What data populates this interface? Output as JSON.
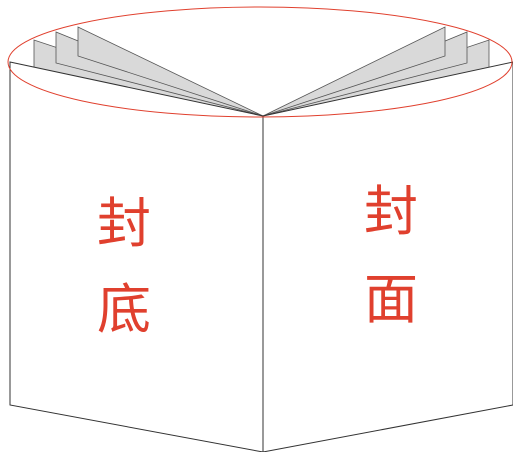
{
  "back_cover": {
    "line1": "封",
    "line2": "底"
  },
  "front_cover": {
    "line1": "封",
    "line2": "面"
  },
  "colors": {
    "label_text": "#e0402e",
    "ellipse_outline": "#e0402e",
    "cover_stroke": "#333333",
    "page_fill": "#d9d9d9",
    "page_stroke": "#555555",
    "background": "#ffffff"
  }
}
